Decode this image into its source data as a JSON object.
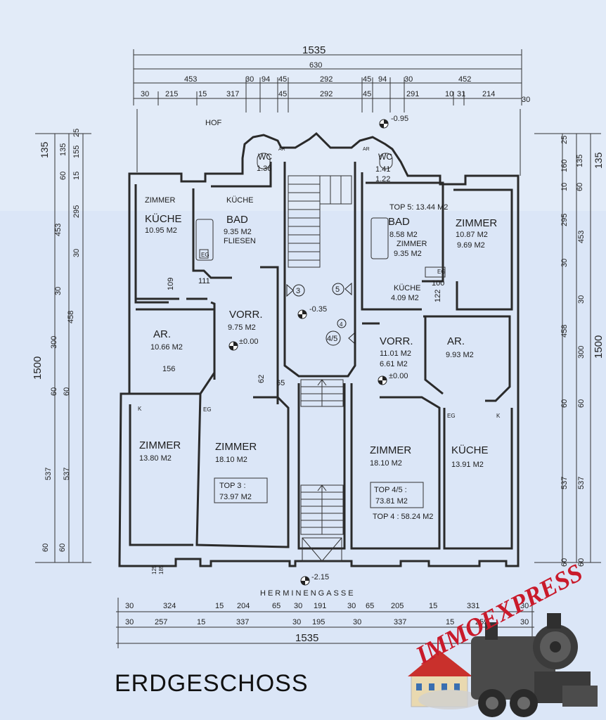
{
  "title": "ERDGESCHOSS",
  "street": "HERMINENGASSE",
  "courtyard": "HOF",
  "logo_text": "IMMOEXPRESS",
  "colors": {
    "paper": "#dbe6f7",
    "ink": "#222222",
    "logo": "#c91a2b"
  },
  "levels": {
    "hof": "-0.95",
    "stair": "-0.35",
    "street": "-2.15",
    "left": "±0.00",
    "right": "±0.00"
  },
  "markers": {
    "left": "3",
    "right": "5",
    "mid": "4/5",
    "mid_small": "4"
  },
  "dims_top": {
    "overall": "1535",
    "upper": "630",
    "row2": [
      "453",
      "30",
      "94",
      "45",
      "292",
      "45",
      "94",
      "30",
      "452"
    ],
    "row3": [
      "30",
      "215",
      "15",
      "317",
      "45",
      "292",
      "45",
      "291",
      "10",
      "31",
      "214",
      "30"
    ]
  },
  "dims_bottom": {
    "row1": [
      "30",
      "324",
      "15",
      "204",
      "65",
      "30",
      "191",
      "30",
      "65",
      "205",
      "15",
      "331",
      "30"
    ],
    "row2": [
      "30",
      "257",
      "15",
      "337",
      "30",
      "195",
      "30",
      "337",
      "15",
      "259",
      "30"
    ],
    "overall": "1535"
  },
  "dims_left": {
    "outer": "1500",
    "top": "135",
    "a": [
      "25",
      "135",
      "155",
      "60",
      "15",
      "295",
      "453",
      "30",
      "30",
      "458",
      "300",
      "60",
      "60",
      "537",
      "537",
      "60",
      "60"
    ],
    "small": [
      "109",
      "111",
      "156",
      "62",
      "65",
      "125",
      "185"
    ]
  },
  "dims_right": {
    "outer": "1500",
    "top": "135",
    "a": [
      "25",
      "160",
      "135",
      "10",
      "60",
      "295",
      "453",
      "30",
      "30",
      "458",
      "300",
      "60",
      "60",
      "537",
      "537",
      "60",
      "60"
    ],
    "small": [
      "100",
      "122"
    ]
  },
  "rooms": [
    {
      "id": "kueche-l",
      "name": "KÜCHE",
      "sub": "ZIMMER",
      "area": "10.95 M2"
    },
    {
      "id": "bad-l",
      "name": "BAD",
      "sub": "KÜCHE",
      "area": "9.35 M2",
      "extra": "FLIESEN"
    },
    {
      "id": "wc-l",
      "name": "WC",
      "area": "1.36"
    },
    {
      "id": "vorr-l",
      "name": "VORR.",
      "area": "9.75 M2"
    },
    {
      "id": "ar-l",
      "name": "AR.",
      "area": "10.66 M2"
    },
    {
      "id": "zimmer-l1",
      "name": "ZIMMER",
      "area": "13.80 M2"
    },
    {
      "id": "zimmer-l2",
      "name": "ZIMMER",
      "area": "18.10 M2"
    },
    {
      "id": "wc-r",
      "name": "WC",
      "area": "1.41",
      "extra": "1.22"
    },
    {
      "id": "bad-r",
      "name": "BAD",
      "area": "8.58 M2",
      "sub": "TOP 5: 13.44 M2",
      "extra": "ZIMMER",
      "extra2": "9.35 M2"
    },
    {
      "id": "zimmer-r1",
      "name": "ZIMMER",
      "area": "10.87 M2",
      "extra": "9.69 M2"
    },
    {
      "id": "kueche-r-small",
      "name": "KÜCHE",
      "area": "4.09 M2"
    },
    {
      "id": "vorr-r",
      "name": "VORR.",
      "area": "11.01 M2",
      "extra": "6.61 M2"
    },
    {
      "id": "ar-r",
      "name": "AR.",
      "area": "9.93 M2"
    },
    {
      "id": "zimmer-r2",
      "name": "ZIMMER",
      "area": "18.10 M2"
    },
    {
      "id": "kueche-r",
      "name": "KÜCHE",
      "area": "13.91 M2"
    }
  ],
  "tops": [
    {
      "label": "TOP 3 :",
      "area": "73.97 M2"
    },
    {
      "label": "TOP 4/5 :",
      "area": "73.81 M2",
      "extra": "TOP 4 : 58.24 M2"
    }
  ],
  "tags": [
    "EG",
    "EG",
    "EG",
    "EG",
    "K",
    "K",
    "AR",
    "AR"
  ]
}
